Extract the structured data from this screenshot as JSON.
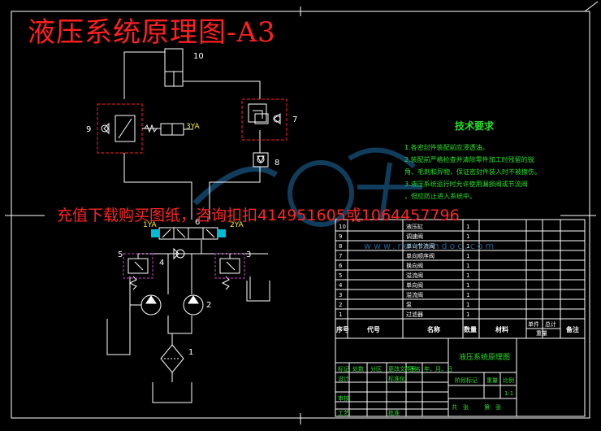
{
  "title": "液压系统原理图-A3",
  "ad_text": "充值下载购买图纸，咨询扣扣414951605或1064457796",
  "tech_req": {
    "title": "技术要求",
    "lines": [
      "1.各密封件装配前应浸透油。",
      "2.装配前严格检查并清除零件加工时残留的锐",
      "角、毛刺和异物，保证密封件装入时不被擦伤。",
      "3.液压系统运行时允许使用漏损阀或节流阀",
      "，但应防止进入系统中。"
    ]
  },
  "watermark": "www.renrendoc.com",
  "component_numbers": [
    "1",
    "2",
    "3",
    "4",
    "5",
    "6",
    "7",
    "8",
    "9",
    "10"
  ],
  "solenoid_labels": {
    "s1": "1YA",
    "s2": "2YA",
    "s3": "3YA"
  },
  "parts": [
    {
      "no": "10",
      "name": "液压缸",
      "qty": "1"
    },
    {
      "no": "9",
      "name": "调速阀",
      "qty": "1"
    },
    {
      "no": "8",
      "name": "单向节流阀",
      "qty": "1"
    },
    {
      "no": "7",
      "name": "单向顺序阀",
      "qty": "1"
    },
    {
      "no": "6",
      "name": "换向阀",
      "qty": "1"
    },
    {
      "no": "5",
      "name": "溢流阀",
      "qty": "1"
    },
    {
      "no": "4",
      "name": "单向阀",
      "qty": "1"
    },
    {
      "no": "3",
      "name": "溢流阀",
      "qty": "1"
    },
    {
      "no": "2",
      "name": "泵",
      "qty": "1"
    },
    {
      "no": "1",
      "name": "过滤器",
      "qty": "1"
    }
  ],
  "parts_header": {
    "no": "序号",
    "code": "代号",
    "name": "名称",
    "qty": "数量",
    "material": "材料",
    "unit_weight": "单件",
    "total_weight": "总计",
    "weight": "重量",
    "remark": "备注"
  },
  "title_block": {
    "drawing_name": "液压系统原理图",
    "ratio": "1:1",
    "row1": [
      "标记",
      "处数",
      "分区",
      "更改文件号",
      "签名",
      "年、月、日"
    ],
    "design": "设计",
    "standard": "标准化",
    "check": "审核",
    "process": "工艺",
    "approve": "批准",
    "stage_mark": "阶段标记",
    "weight": "重量",
    "scale": "比例",
    "sheet_total": "共　张",
    "sheet_no": "第　张"
  }
}
